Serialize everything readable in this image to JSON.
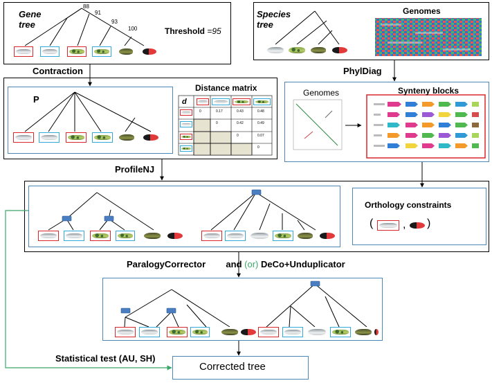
{
  "top_left": {
    "gene_tree_label_1": "Gene",
    "gene_tree_label_2": "tree",
    "bootstrap": [
      "88",
      "91",
      "93",
      "100"
    ],
    "threshold_label": "Threshold",
    "threshold_value": "=95"
  },
  "top_right": {
    "species_tree_label_1": "Species",
    "species_tree_label_2": "tree",
    "genomes_label": "Genomes"
  },
  "arrows": {
    "contraction": "Contraction",
    "phyldiag": "PhylDiag",
    "profilenj": "ProfileNJ"
  },
  "middle_left": {
    "p_label": "P",
    "matrix_title": "Distance matrix",
    "matrix_d": "d",
    "matrix_values": [
      [
        "0",
        "0.17",
        "0.43",
        "0.48"
      ],
      [
        "",
        "0",
        "0.42",
        "0.49"
      ],
      [
        "",
        "",
        "0",
        "0.07"
      ],
      [
        "",
        "",
        "",
        "0"
      ]
    ]
  },
  "middle_right": {
    "genomes_label": "Genomes",
    "synteny_label": "Synteny blocks"
  },
  "orthology": {
    "title": "Orthology constraints",
    "open_paren": "(",
    "comma": ",",
    "close_paren": ")"
  },
  "correction": {
    "paralogy": "ParalogyCorrector",
    "and": "and",
    "or": "(or)",
    "deco": "DeCo+Unduplicator"
  },
  "bottom": {
    "statistical_test": "Statistical test (AU, SH)",
    "corrected_tree": "Corrected tree"
  },
  "colors": {
    "red_frame": "#d9262b",
    "blue_frame": "#33a9d9",
    "box_blue": "#4a86b8",
    "node_blue": "#4a7ec0",
    "green_arrow": "#3aa86a",
    "or_green": "#3aa86a"
  }
}
